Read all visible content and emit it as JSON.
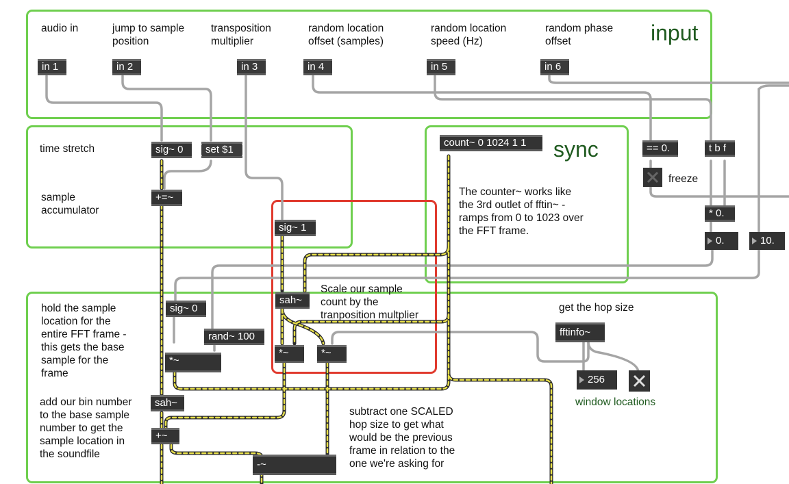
{
  "sections": {
    "input": "input",
    "sync": "sync"
  },
  "inlets": {
    "in1": "in 1",
    "in2": "in 2",
    "in3": "in 3",
    "in4": "in 4",
    "in5": "in 5",
    "in6": "in 6"
  },
  "input_labels": {
    "audio_in": "audio in",
    "jump": "jump to sample\nposition",
    "transposition": "transposition\nmultiplier",
    "random_offset": "random location\noffset (samples)",
    "random_speed": "random location\nspeed (Hz)",
    "random_phase": "random phase\noffset"
  },
  "objects": {
    "sig0_a": "sig~ 0",
    "set1": "set $1",
    "accum": "+=~",
    "count": "count~ 0 1024 1 1",
    "eq0": "== 0.",
    "tbf": "t b f",
    "mul0": "* 0.",
    "sig1": "sig~ 1",
    "sah_a": "sah~",
    "sig0_b": "sig~ 0",
    "rand": "rand~ 100",
    "mul_a": "*~",
    "mul_b": "*~",
    "mul_c": "*~",
    "sah_b": "sah~",
    "plus": "+~",
    "minus": "-~",
    "fftinfo": "fftinfo~"
  },
  "numbers": {
    "num_a": "0.",
    "num_b": "10.",
    "hop": "256"
  },
  "comments": {
    "time_stretch": "time stretch",
    "sample_accum": "sample\naccumulator",
    "freeze": "freeze",
    "counter_desc": "The counter~ works like\nthe 3rd outlet of fftin~ -\nramps from 0 to 1023 over\nthe FFT frame.",
    "scale": "Scale our sample\ncount by the\ntranposition multplier",
    "hold": "hold the sample\nlocation for the\nentire FFT frame -\nthis gets the base\nsample for the\nframe",
    "get_hop": "get the hop size",
    "window_locations": "window locations",
    "add_bin": "add our bin number\nto the base sample\nnumber to get the\nsample location in\nthe soundfile",
    "subtract": "subtract one SCALED\nhop size to get what\nwould be the previous\nframe in relation to the\none we're asking for"
  },
  "colors": {
    "panel_green": "#6fcf4f",
    "panel_red": "#e03a2e",
    "object_bg": "#333333",
    "signal_dash": "#e8e04a",
    "text_green": "#1f5a1f"
  }
}
